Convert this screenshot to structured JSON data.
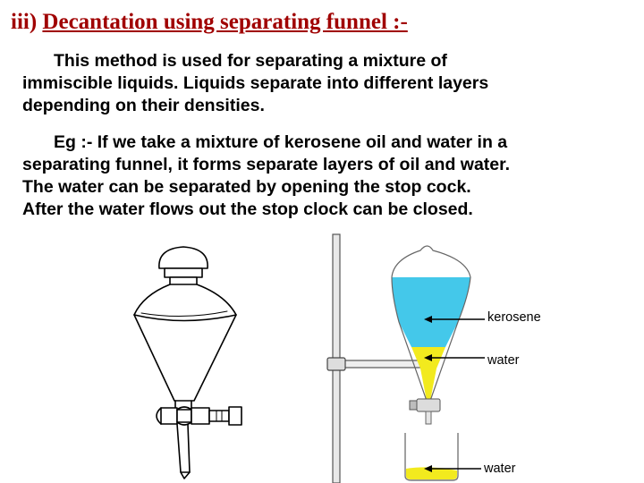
{
  "title": {
    "prefix": "iii) ",
    "main": "Decantation using separating funnel :-"
  },
  "paragraph1": [
    "This method is used for separating a mixture of",
    "immiscible liquids. Liquids separate into different layers",
    "depending on their densities."
  ],
  "paragraph2": [
    "Eg :- If we take a mixture of kerosene oil and water in a",
    "separating funnel, it forms separate layers of oil and water.",
    "The water can be separated by opening the stop cock.",
    "After the water flows out the stop clock can be closed."
  ],
  "labels": {
    "kerosene": "kerosene",
    "water_funnel": "water",
    "water_beaker": "water"
  },
  "colors": {
    "title": "#a00000",
    "kerosene": "#44c8ea",
    "water": "#f2ea1e"
  }
}
